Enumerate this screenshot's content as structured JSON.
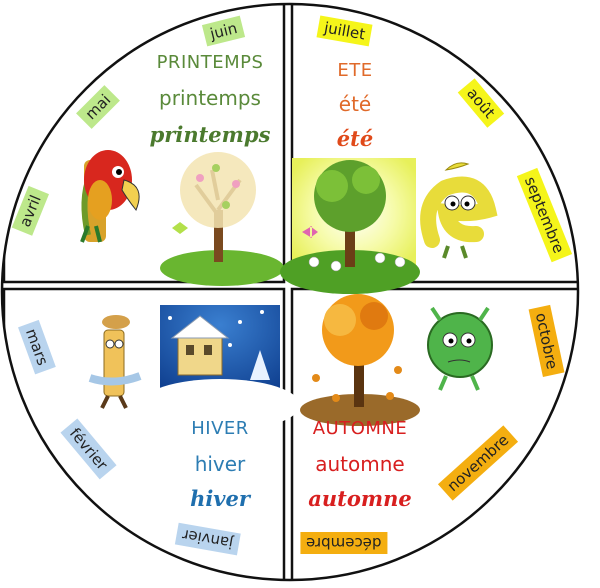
{
  "colors": {
    "spring_text": "#5a8a3a",
    "summer_text": "#e06a2a",
    "autumn_text": "#d81f1f",
    "winter_text": "#2d7db3",
    "spring_tag": "#bde88b",
    "summer_tag": "#f5f51a",
    "autumn_tag": "#f4ae10",
    "winter_tag": "#b9d4ee"
  },
  "spring": {
    "months": {
      "april": "avril",
      "may": "mai",
      "june": "juin"
    },
    "caps": "PRINTEMPS",
    "lower": "printemps",
    "cursive": "printemps"
  },
  "summer": {
    "months": {
      "july": "juillet",
      "august": "août",
      "september": "septembre"
    },
    "caps": "ETE",
    "lower": "été",
    "cursive": "été"
  },
  "winter": {
    "months": {
      "march": "mars",
      "february": "février",
      "january": "janvier"
    },
    "caps": "HIVER",
    "lower": "hiver",
    "cursive": "hiver"
  },
  "autumn": {
    "months": {
      "october": "octobre",
      "november": "novembre",
      "december": "décembre"
    },
    "caps": "AUTOMNE",
    "lower": "automne",
    "cursive": "automne"
  },
  "icons": {
    "spring_letter": "parrot-letter-p-icon",
    "spring_scene": "blossom-tree-icon",
    "summer_scene": "summer-tree-icon",
    "summer_letter": "letter-e-character-icon",
    "winter_letter": "letter-i-character-icon",
    "winter_scene": "snowy-house-icon",
    "autumn_scene": "autumn-tree-icon",
    "autumn_letter": "letter-o-character-icon"
  }
}
